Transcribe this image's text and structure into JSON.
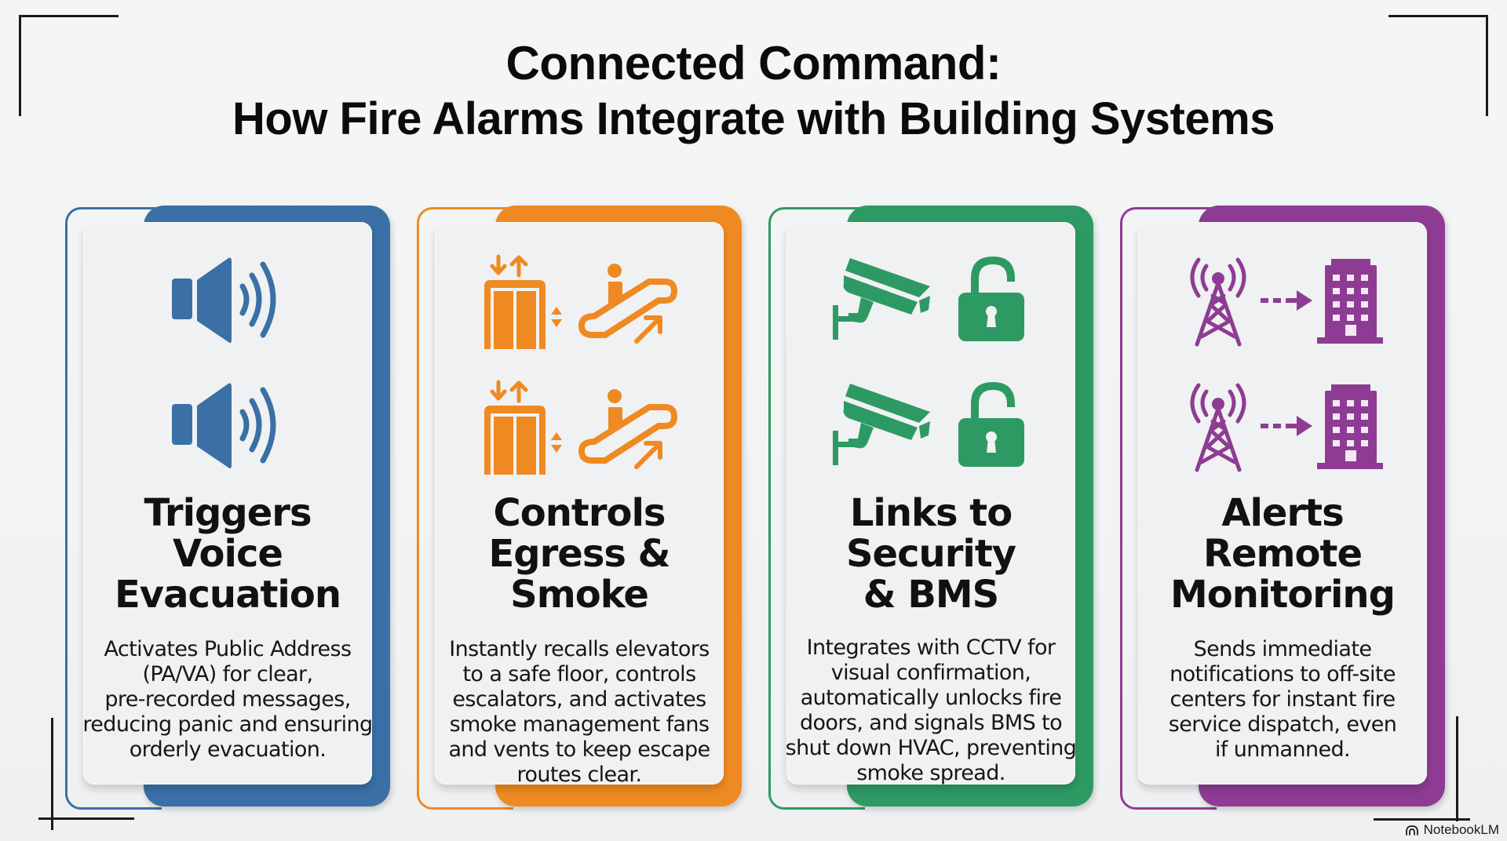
{
  "title": {
    "line1": "Connected Command:",
    "line2": "How Fire Alarms Integrate with Building Systems"
  },
  "colors": {
    "blue": "#3a70a6",
    "orange": "#ef8a22",
    "green": "#2e9a63",
    "purple": "#8e3c93"
  },
  "cards": [
    {
      "heading": "Triggers Voice Evacuation",
      "heading_lines": [
        "Triggers",
        "Voice",
        "Evacuation"
      ],
      "description": "Activates Public Address (PA/VA) for clear, pre-recorded messages, reducing panic and ensuring orderly evacuation.",
      "description_lines": [
        "Activates Public Address",
        "(PA/VA) for clear,",
        "pre-recorded messages,",
        "reducing panic and ensuring",
        "orderly evacuation."
      ],
      "icons": [
        "speaker-icon",
        "speaker-icon"
      ],
      "color": "#3a70a6"
    },
    {
      "heading": "Controls Egress & Smoke",
      "heading_lines": [
        "Controls",
        "Egress &",
        "Smoke"
      ],
      "description": "Instantly recalls elevators to a safe floor, controls escalators, and activates smoke management fans and vents to keep escape routes clear.",
      "description_lines": [
        "Instantly recalls elevators",
        "to a safe floor, controls",
        "escalators, and activates",
        "smoke management fans",
        "and vents to keep escape",
        "routes clear."
      ],
      "icons": [
        "elevator-icon",
        "escalator-icon"
      ],
      "color": "#ef8a22"
    },
    {
      "heading": "Links to Security & BMS",
      "heading_lines": [
        "Links to",
        "Security",
        "& BMS"
      ],
      "description": "Integrates with CCTV for visual confirmation, automatically unlocks fire doors, and signals BMS to shut down HVAC, preventing smoke spread.",
      "description_lines": [
        "Integrates with CCTV for",
        "visual confirmation,",
        "automatically unlocks fire",
        "doors, and signals BMS to",
        "shut down HVAC, preventing",
        "smoke spread."
      ],
      "icons": [
        "cctv-camera-icon",
        "unlocked-padlock-icon"
      ],
      "color": "#2e9a63"
    },
    {
      "heading": "Alerts Remote Monitoring",
      "heading_lines": [
        "Alerts",
        "Remote",
        "Monitoring"
      ],
      "description": "Sends immediate notifications to off-site centers for instant fire service dispatch, even if unmanned.",
      "description_lines": [
        "Sends immediate",
        "notifications to off-site",
        "centers for instant fire",
        "service dispatch, even",
        "if unmanned."
      ],
      "icons": [
        "radio-tower-icon",
        "office-building-icon"
      ],
      "color": "#8e3c93"
    }
  ],
  "branding": {
    "label": "NotebookLM",
    "icon": "notebooklm-logo-icon"
  }
}
